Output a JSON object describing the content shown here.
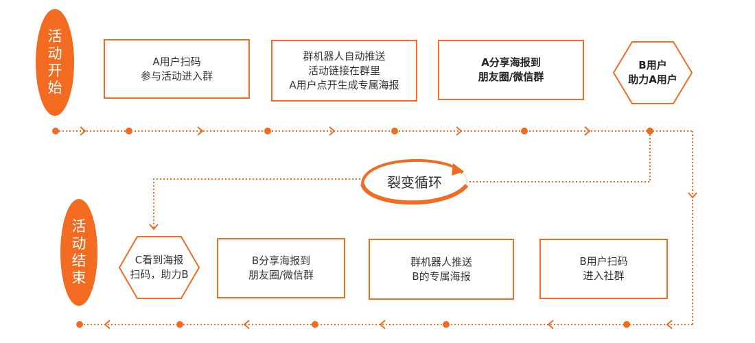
{
  "accent": "#f26b21",
  "start_label": [
    "活",
    "动",
    "开",
    "始"
  ],
  "end_label": [
    "活",
    "动",
    "结",
    "束"
  ],
  "loop_label": "裂变循环",
  "top_row": [
    {
      "lines": [
        "A用户扫码",
        "参与活动进入群"
      ]
    },
    {
      "lines": [
        "群机器人自动推送",
        "活动链接在群里",
        "A用户点开生成专属海报"
      ]
    },
    {
      "lines": [
        "A分享海报到",
        "朋友圈/微信群"
      ]
    },
    {
      "lines": [
        "B用户",
        "助力A用户"
      ]
    }
  ],
  "bottom_row": [
    {
      "lines": [
        "C看到海报",
        "扫码，助力B"
      ]
    },
    {
      "lines": [
        "B分享海报到",
        "朋友圈/微信群"
      ]
    },
    {
      "lines": [
        "群机器人推送",
        "B的专属海报"
      ]
    },
    {
      "lines": [
        "B用户扫码",
        "进入社群"
      ]
    }
  ]
}
